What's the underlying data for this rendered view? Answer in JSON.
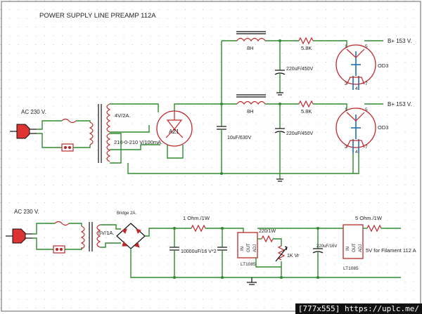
{
  "title": "POWER SUPPLY LINE PREAMP 112A",
  "labels": {
    "ac_top": "AC 230 V.",
    "ac_bottom": "AC 230 V.",
    "sec_4v": "4V/2A.",
    "sec_hv": "210-0-210 V/100mA.",
    "az1": "AZ1",
    "cap_10u": "10uF/630V",
    "choke1": "8H",
    "choke2": "8H",
    "cap_220_a": "220uF/450V",
    "cap_220_b": "220uF/450V",
    "res_58_a": "5.8K",
    "res_58_b": "5.8K",
    "od3_a": "OD3",
    "od3_b": "OD3",
    "bplus_a": "B+ 153 V.",
    "bplus_b": "B+ 153 V.",
    "pin1a": "1",
    "pin5a": "5",
    "pin2a": "2",
    "pin4a": "4",
    "pin7a": "7",
    "pin1b": "1",
    "pin5b": "5",
    "pin2b": "2",
    "pin4b": "4",
    "pin7b": "7",
    "sec_6v": "6V/1A.",
    "bridge": "Bridge 2A.",
    "res_1ohm": "1 Ohm./1W",
    "res_5ohm": "5 Ohm./1W",
    "cap_10000": "10000uF/16 V*2",
    "res_220": "220/1W",
    "pot_1k": "1K Vr",
    "cap_220_16": "220uF/16V",
    "lt1_in": "IN",
    "lt1_out": "OUT",
    "lt1_adj": "ADJ",
    "lt2_in": "IN",
    "lt2_out": "OUT",
    "lt2_adj": "ADJ",
    "lt1": "LT1085",
    "lt2": "LT1085",
    "fil": "5V for Filament 112 A"
  },
  "watermark": "[777x555] https://uplc.me/"
}
